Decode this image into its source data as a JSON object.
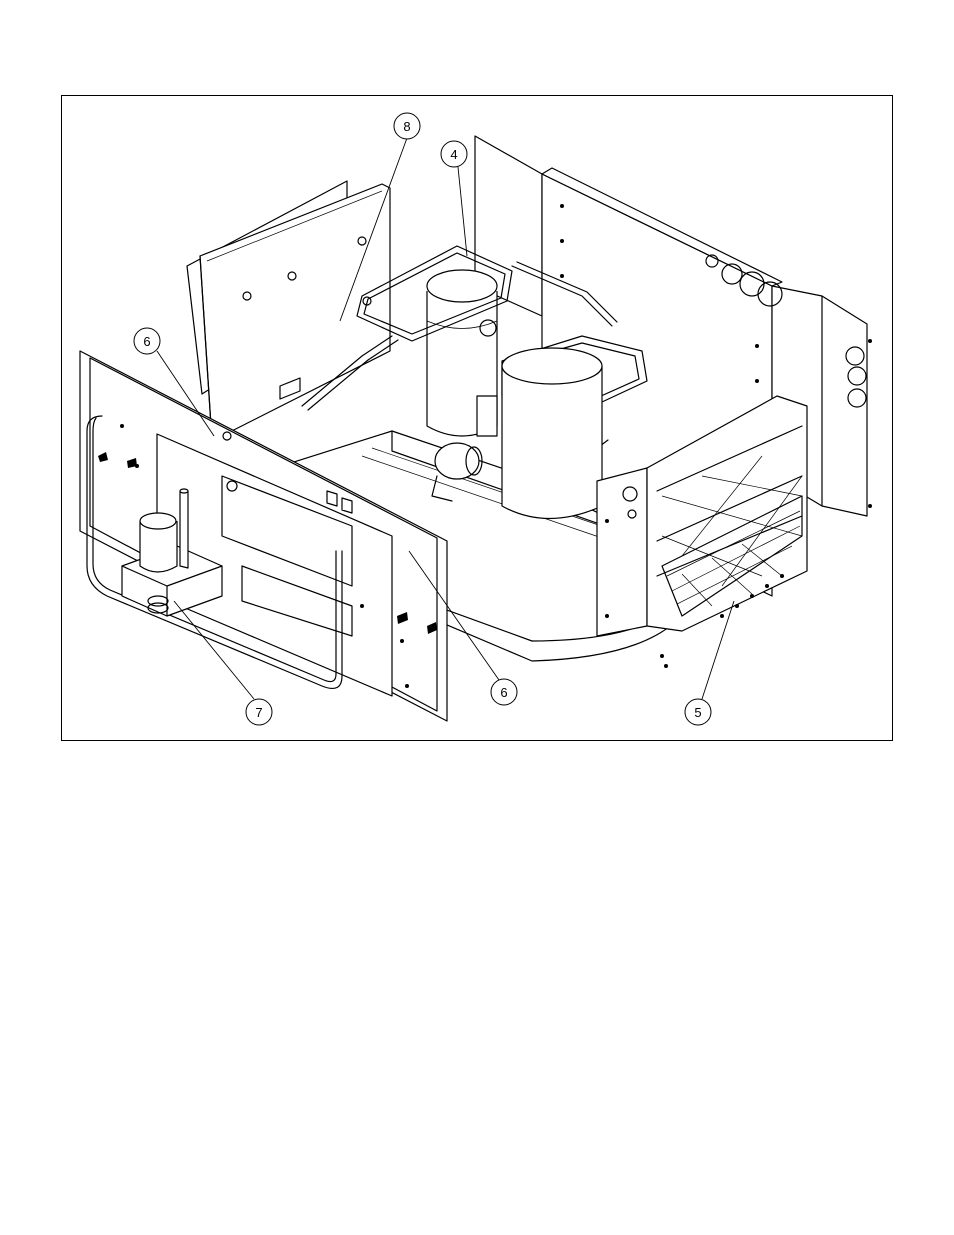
{
  "figure": {
    "callouts": [
      {
        "id": "c8",
        "label": "8"
      },
      {
        "id": "c4",
        "label": "4"
      },
      {
        "id": "c6a",
        "label": "6"
      },
      {
        "id": "c6b",
        "label": "6"
      },
      {
        "id": "c7",
        "label": "7"
      },
      {
        "id": "c5",
        "label": "5"
      }
    ]
  }
}
